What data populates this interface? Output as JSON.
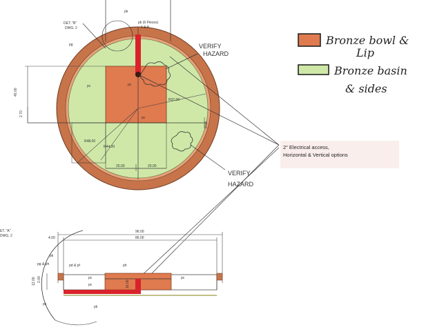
{
  "legend": {
    "items": [
      {
        "line1": "Bronze bowl &",
        "line2": "Lip",
        "swatch_color": "#e07a4f"
      },
      {
        "line1": "Bronze basin",
        "line2": "& sides",
        "swatch_color": "#cfe8a8"
      }
    ]
  },
  "callout": {
    "line1": "2\" Electrical access,",
    "line2": "Horizontal & Vertical options"
  },
  "labels": {
    "verify_hazard_top_1": "VERIFY",
    "verify_hazard_top_2": "HAZARD",
    "verify_hazard_bottom_1": "VERIFY",
    "verify_hazard_bottom_2": "HAZARD",
    "detail_b": "DET. \"B\"",
    "detail_b_dwg": "DWG. 2",
    "detail_a": "ET. \"A\"",
    "detail_a_dwg": "DWG. 2",
    "pk_pieces": "pk (6 Pieces)",
    "pk_pieces_2": "1 & 8",
    "pk": "pk",
    "pg": "pg",
    "pc": "pc",
    "pd_pf": "pd & pf",
    "pg_ph": "pg & ph",
    "ph": "ph"
  },
  "dimensions": {
    "d_top_left": "45.00",
    "d_left_small": "2.70",
    "d_rad_1": "R37.00",
    "d_rad_2": "R48.00",
    "d_rad_3": "R44.00",
    "d_20a": "20.00",
    "d_20b": "20.00",
    "d_right_small": "0.50",
    "d_96": "96.00",
    "d_86": "86.00",
    "d_4": "4.00",
    "d_small_a": "2.00",
    "d_small_b": "12.00",
    "d_small_c": "16.00"
  },
  "colors": {
    "bronze": "#e07a4f",
    "bronze_dark": "#b5532e",
    "basin": "#cfe8a8",
    "lip": "#c7744a",
    "conduit": "#d9222b"
  }
}
